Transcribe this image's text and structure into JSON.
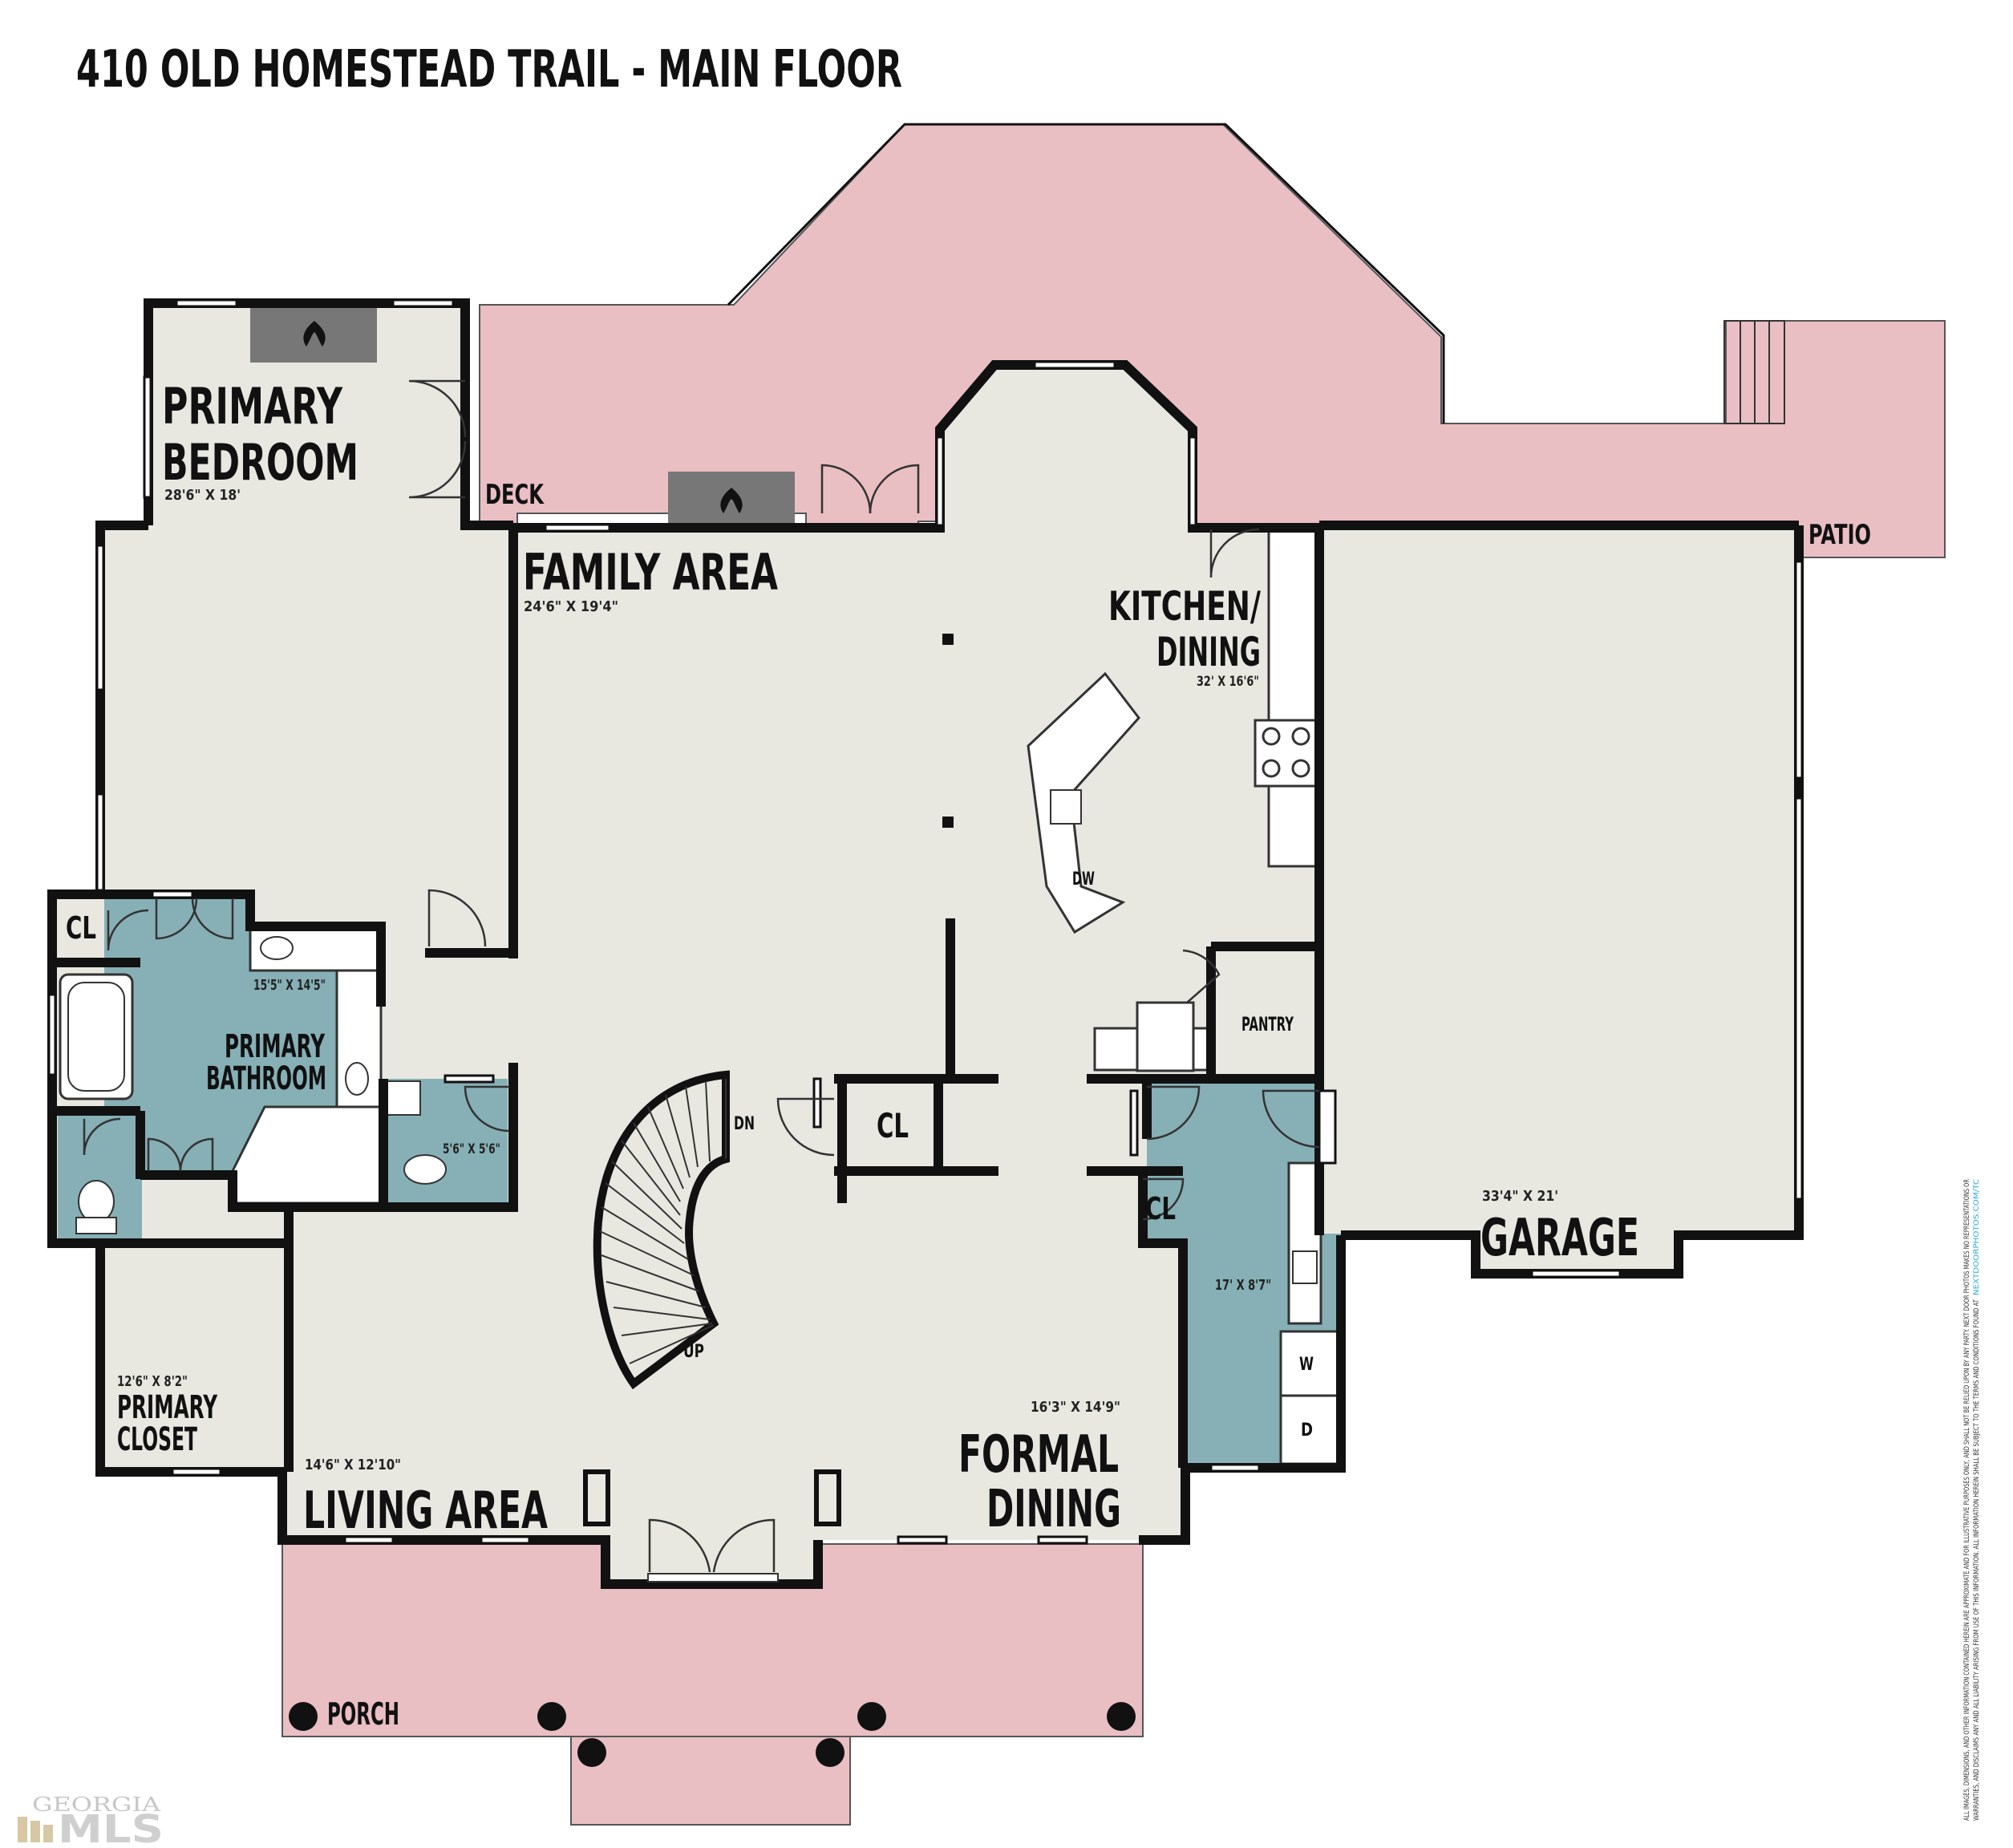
{
  "title": "410 OLD HOMESTEAD TRAIL - MAIN FLOOR",
  "colors": {
    "floor": "#e8e8e1",
    "deck": "#e9bfc3",
    "wet_room": "#86b0b6",
    "wall": "#111111",
    "fireplace": "#777777"
  },
  "rooms": {
    "primary_bedroom": {
      "line1": "PRIMARY",
      "line2": "BEDROOM",
      "dims": "28'6\" X 18'"
    },
    "deck": {
      "label": "DECK"
    },
    "family_area": {
      "label": "FAMILY AREA",
      "dims": "24'6\" X 19'4\""
    },
    "kitchen": {
      "line1": "KITCHEN/",
      "line2": "DINING",
      "dims": "32' X 16'6\""
    },
    "patio": {
      "label": "PATIO"
    },
    "garage": {
      "label": "GARAGE",
      "dims": "33'4\" X 21'"
    },
    "primary_bathroom": {
      "dims": "15'5\" X 14'5\"",
      "line1": "PRIMARY",
      "line2": "BATHROOM"
    },
    "half_bath": {
      "dims": "5'6\" X 5'6\""
    },
    "primary_closet": {
      "dims": "12'6\" X 8'2\"",
      "line1": "PRIMARY",
      "line2": "CLOSET"
    },
    "living_area": {
      "label": "LIVING AREA",
      "dims": "14'6\" X 12'10\""
    },
    "formal_dining": {
      "line1": "FORMAL",
      "line2": "DINING",
      "dims": "16'3\" X 14'9\""
    },
    "laundry": {
      "dims": "17' X 8'7\""
    },
    "pantry": {
      "label": "PANTRY"
    },
    "porch": {
      "label": "PORCH"
    },
    "closet_bedroom": {
      "label": "CL"
    },
    "closet_hall": {
      "label": "CL"
    },
    "closet_laundry": {
      "label": "CL"
    }
  },
  "fixtures": {
    "dishwasher": "DW",
    "stairs_down": "DN",
    "stairs_up": "UP",
    "washer": "W",
    "dryer": "D"
  },
  "watermark": {
    "top": "GEORGIA",
    "bottom": "MLS"
  },
  "disclaimer": {
    "line1": "ALL IMAGES, DIMENSIONS, AND OTHER INFORMATION CONTAINED HEREIN ARE APPROXIMATE AND FOR ILLUSTRATIVE PURPOSES ONLY, AND SHALL NOT BE RELIED UPON BY ANY PARTY. NEXT DOOR PHOTOS MAKES NO REPRESENTATIONS OR",
    "line2": "WARRANTIES, AND DISCLAIMS ANY AND ALL LIABILITY ARISING FROM USE OF THIS INFORMATION. ALL INFORMATION HEREIN SHALL BE SUBJECT TO THE TERMS AND CONDITIONS FOUND AT",
    "link": "NEXTDOORPHOTOS.COM/TC"
  }
}
